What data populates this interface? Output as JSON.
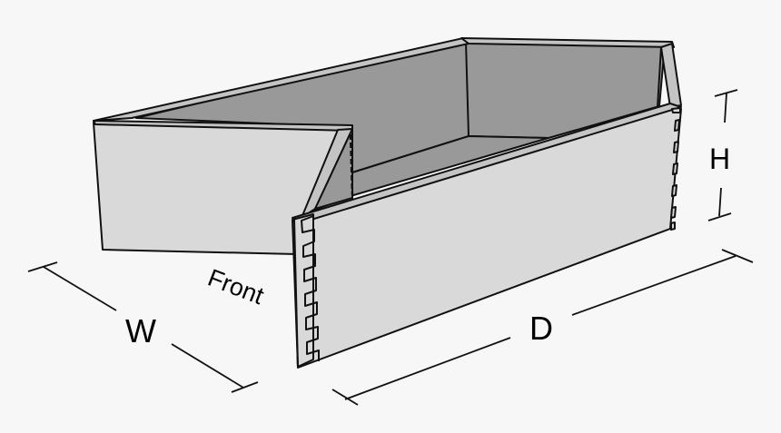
{
  "diagram": {
    "subject": "Drawer box with dovetail joints",
    "labels": {
      "width": "W",
      "depth": "D",
      "height": "H",
      "front": "Front"
    },
    "colors": {
      "background": "#f7f7f7",
      "outer_panel": "#d9d9d9",
      "inner_panel": "#999999",
      "panel_edge": "#c4c4c4",
      "stroke": "#111111"
    }
  }
}
